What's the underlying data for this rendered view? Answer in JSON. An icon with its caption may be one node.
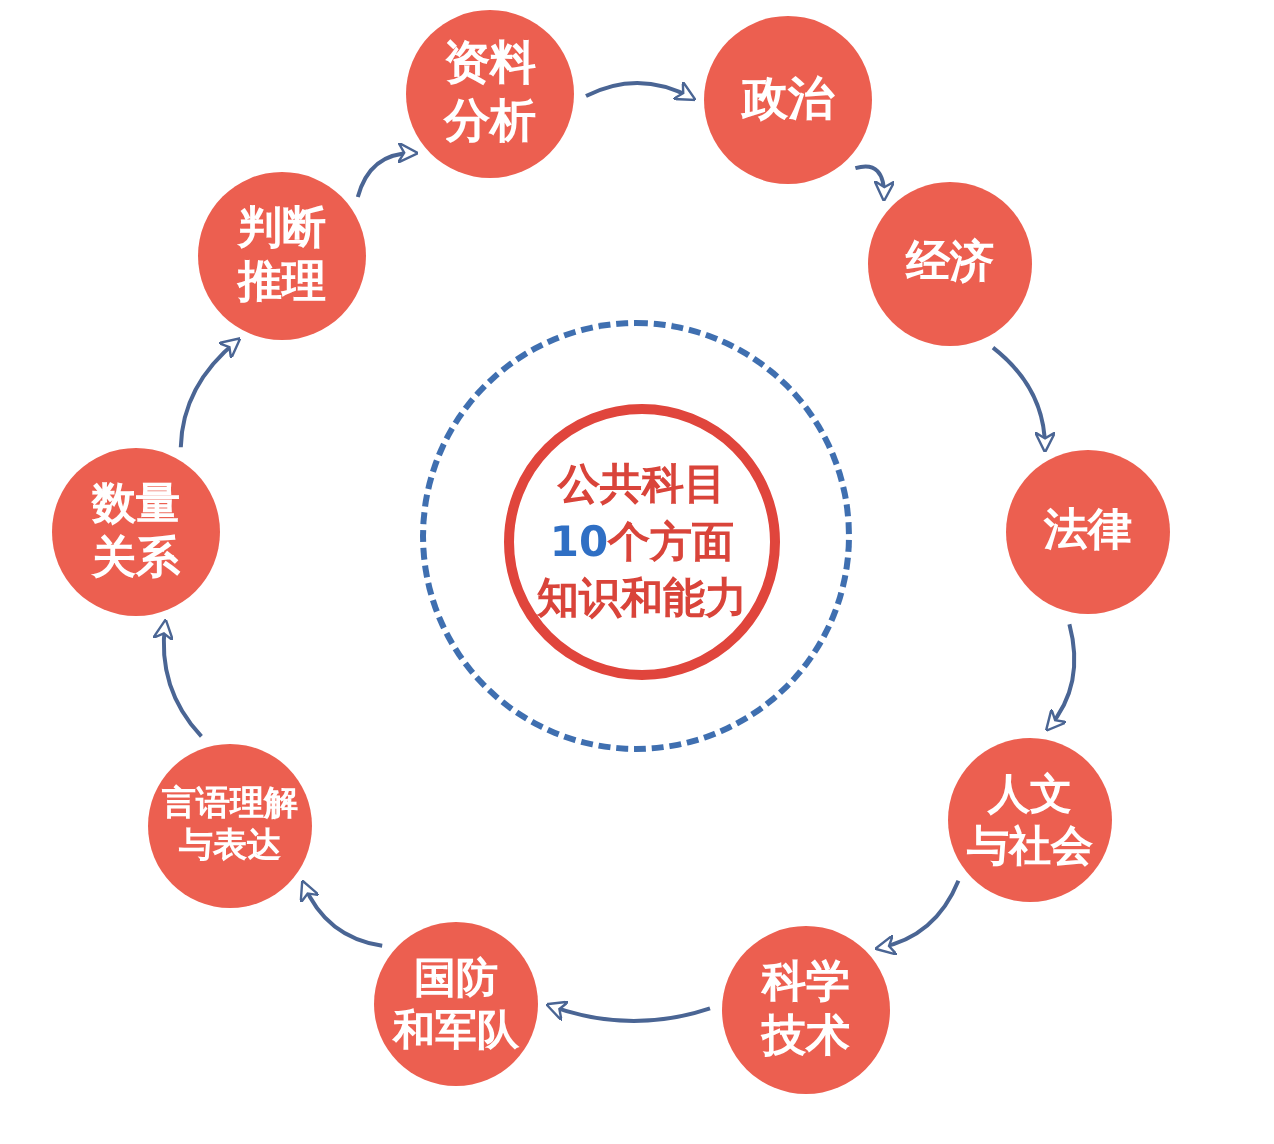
{
  "diagram": {
    "nodes": [
      {
        "text": [
          "资料分析"
        ]
      },
      {
        "text": [
          "政治"
        ]
      },
      {
        "text": [
          "经济"
        ]
      },
      {
        "text": [
          "法律"
        ]
      },
      {
        "text": [
          "人文与社会"
        ]
      },
      {
        "text": [
          "科学技术"
        ]
      },
      {
        "text": [
          "国防和军队"
        ]
      },
      {
        "text": [
          "言语理解与表达"
        ]
      },
      {
        "text": [
          "数量关系"
        ]
      },
      {
        "text": [
          "判断推理"
        ]
      },
      {
        "text": [],
        "shape": "circle"
      },
      {
        "text": [
          "公共科目",
          "10个方面",
          "知识和能力"
        ],
        "in": 10
      }
    ],
    "edges": [
      {
        "from": 0,
        "to": 1,
        "arrow": "to"
      },
      {
        "from": 1,
        "to": 2,
        "arrow": "to"
      },
      {
        "from": 2,
        "to": 3,
        "arrow": "to"
      },
      {
        "from": 3,
        "to": 4,
        "arrow": "to"
      },
      {
        "from": 4,
        "to": 5,
        "arrow": "to"
      },
      {
        "from": 5,
        "to": 6,
        "arrow": "to"
      },
      {
        "from": 6,
        "to": 7,
        "arrow": "to"
      },
      {
        "from": 7,
        "to": 8,
        "arrow": "to"
      },
      {
        "from": 8,
        "to": 9,
        "arrow": "to"
      },
      {
        "from": 9,
        "to": 0,
        "arrow": "to"
      }
    ]
  }
}
